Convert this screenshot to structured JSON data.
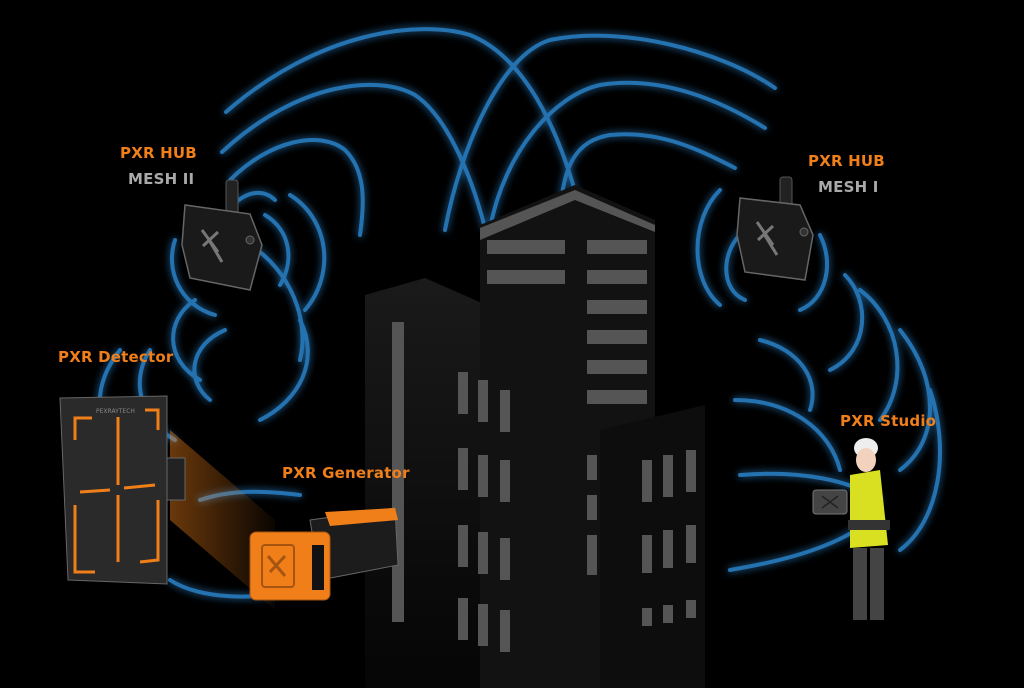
{
  "title": "PXR wireless mesh system diagram",
  "colors": {
    "background": "#000000",
    "accent_orange": "#f07f1a",
    "secondary_grey": "#a9a9a9",
    "wave_blue": "#2a7fc4",
    "building_dark": "#141414",
    "building_window": "#4a4a4a",
    "vest_yellow": "#d9e021"
  },
  "nodes": {
    "hub_mesh_2": {
      "title": "PXR HUB",
      "subtitle": "MESH II",
      "icon": "hub-device-icon"
    },
    "hub_mesh_1": {
      "title": "PXR HUB",
      "subtitle": "MESH I",
      "icon": "hub-device-icon"
    },
    "detector": {
      "title": "PXR Detector",
      "brand": "PEXRAYTECH",
      "icon": "detector-panel-icon"
    },
    "generator": {
      "title": "PXR Generator",
      "icon": "xray-generator-icon"
    },
    "studio": {
      "title": "PXR Studio",
      "icon": "technician-with-tablet-icon"
    }
  },
  "center_graphic": {
    "icon": "city-buildings-icon"
  }
}
